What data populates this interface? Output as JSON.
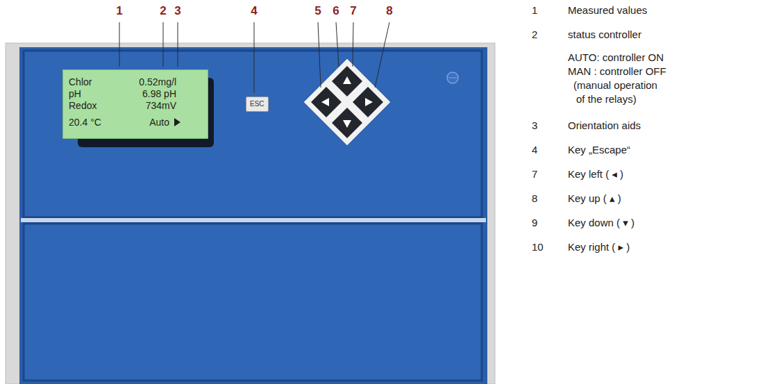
{
  "diagram": {
    "nodes": [
      {
        "text": [
          "Chlor",
          "0.52mg/l",
          "pH",
          "6.98 pH",
          "Redox",
          "734mV",
          "20.4 °C",
          "Auto"
        ]
      },
      {
        "text": [
          "ESC"
        ]
      }
    ],
    "labels": [
      "1",
      "2",
      "3",
      "4",
      "5",
      "6",
      "7",
      "8",
      "1",
      "Measured values",
      "2",
      "status controller",
      "AUTO: controller ON",
      "MAN : controller OFF",
      "(manual operation",
      "of the relays)",
      "3",
      "Orientation aids",
      "4",
      "Key „Escape“",
      "7",
      "Key left ( ◂ )",
      "8",
      "Key up ( ▴ )",
      "9",
      "Key down ( ▾ )",
      "10",
      "Key right ( ▸ )"
    ]
  }
}
